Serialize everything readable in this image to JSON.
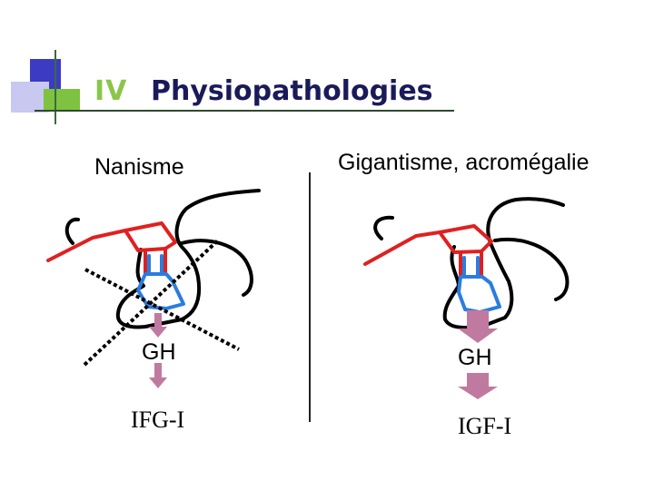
{
  "title": {
    "number": "IV",
    "text": "Physiopathologies"
  },
  "panels": {
    "left": {
      "label": "Nanisme",
      "gh": "GH",
      "igf": "IFG-I"
    },
    "right": {
      "label": "Gigantisme, acromégalie",
      "gh": "GH",
      "igf": "IGF-I"
    }
  },
  "colors": {
    "accent_green": "#8ac64a",
    "title_navy": "#1a1a5a",
    "hypothalamus_red": "#e02020",
    "pituitary_blue": "#2a7de0",
    "arrow_mauve": "#c07aa0"
  }
}
